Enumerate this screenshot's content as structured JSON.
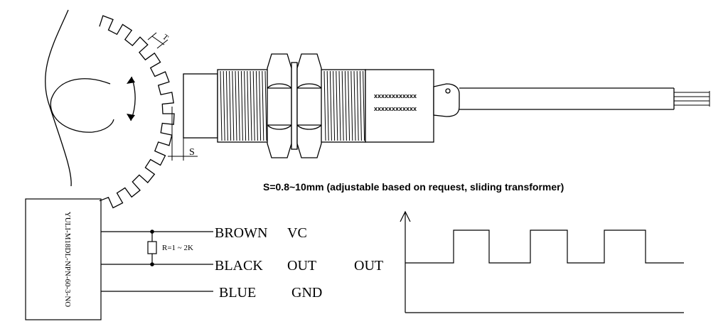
{
  "sensor_drawing": {
    "gap_label": "S",
    "tooth_label": "T",
    "body_marking": "xxxxxxxxxxxx"
  },
  "gap_note": "S=0.8~10mm (adjustable based on request, sliding transformer)",
  "wiring": {
    "model": "YULI-M18DL-NPN-60-3-NO",
    "resistor_label": "R=1 ~ 2K",
    "wires": [
      {
        "color": "BROWN",
        "signal": "VC"
      },
      {
        "color": "BLACK",
        "signal": "OUT"
      },
      {
        "color": "BLUE",
        "signal": "GND"
      }
    ],
    "output_label": "OUT"
  }
}
